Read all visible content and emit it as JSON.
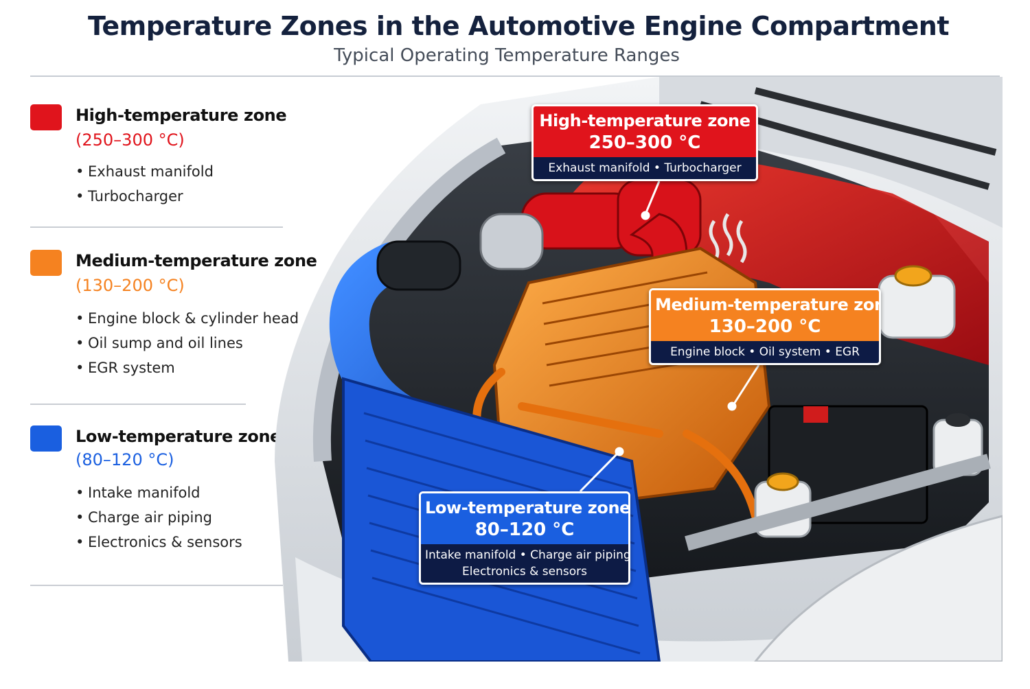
{
  "header": {
    "title": "Temperature Zones in the Automotive Engine Compartment",
    "subtitle": "Typical Operating Temperature Ranges"
  },
  "colors": {
    "high": "#e0141c",
    "medium": "#f58220",
    "low": "#1a5fe0",
    "callout_footer": "#0d1b45",
    "title": "#14213d"
  },
  "legend": {
    "high": {
      "name": "High-temperature zone",
      "range": "(250–300 °C)",
      "items": [
        "Exhaust manifold",
        "Turbocharger"
      ]
    },
    "medium": {
      "name": "Medium-temperature zone",
      "range": "(130–200 °C)",
      "items": [
        "Engine block & cylinder head",
        "Oil sump and oil lines",
        "EGR system"
      ]
    },
    "low": {
      "name": "Low-temperature zone",
      "range": "(80–120 °C)",
      "items": [
        "Intake manifold",
        "Charge air piping",
        "Electronics & sensors"
      ]
    }
  },
  "callouts": {
    "high": {
      "name": "High-temperature zone",
      "range": "250–300 °C",
      "detail": "Exhaust manifold • Turbocharger"
    },
    "medium": {
      "name": "Medium-temperature zone",
      "range": "130–200 °C",
      "detail": "Engine block • Oil system • EGR"
    },
    "low": {
      "name": "Low-temperature zone",
      "range": "80–120 °C",
      "detail_line1": "Intake manifold • Charge air piping",
      "detail_line2": "Electronics & sensors"
    }
  }
}
